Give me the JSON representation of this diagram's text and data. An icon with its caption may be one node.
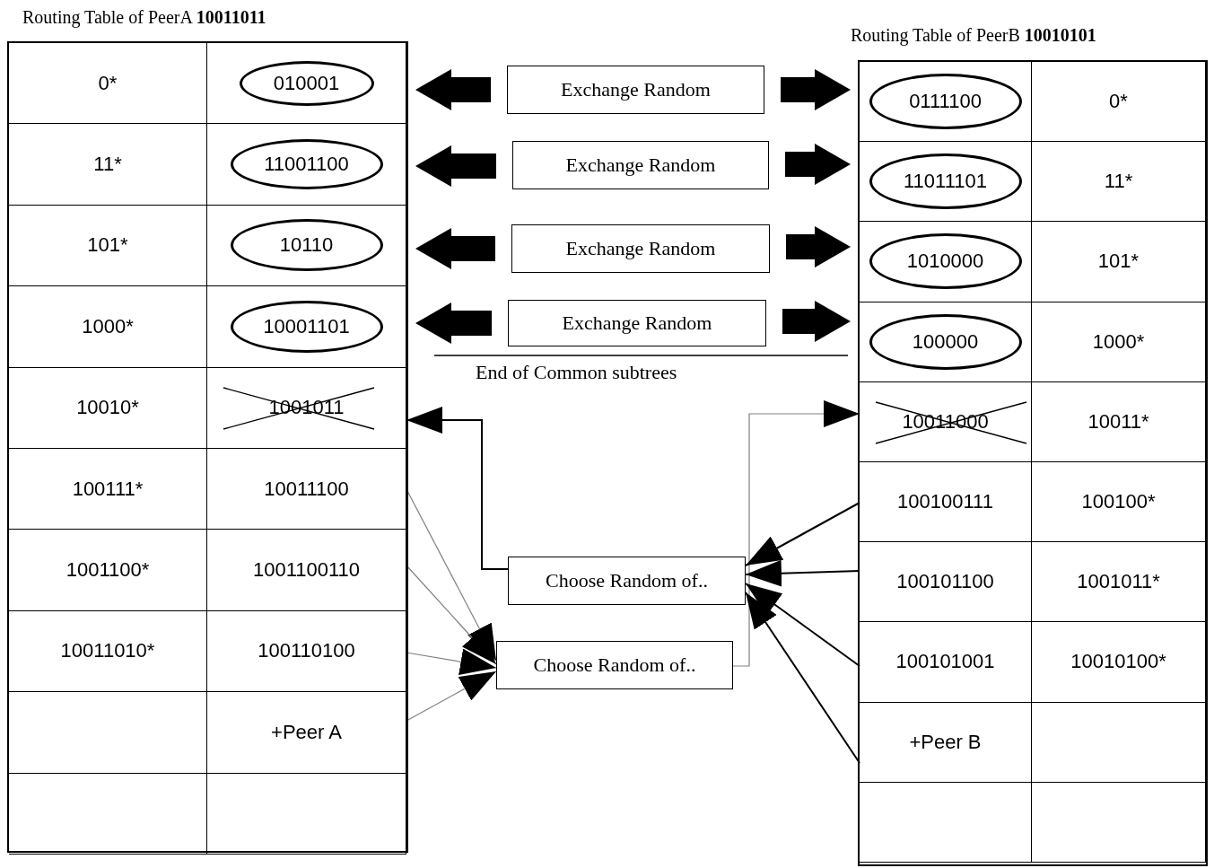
{
  "diagram": {
    "nodes": [
      {
        "text": [
          "Routing Table of PeerA **10011011**"
        ]
      },
      {
        "text": [
          "0*"
        ],
        "in": 0
      },
      {
        "text": [],
        "shape": "box",
        "in": 0
      },
      {
        "text": [
          "010001"
        ],
        "in": 2
      },
      {
        "text": [
          "11*"
        ],
        "in": 0
      },
      {
        "text": [],
        "shape": "box",
        "in": 0
      },
      {
        "text": [
          "11001100"
        ],
        "in": 5
      },
      {
        "text": [
          "101*"
        ],
        "in": 0
      },
      {
        "text": [],
        "shape": "box",
        "in": 0
      },
      {
        "text": [
          "10110"
        ],
        "in": 8
      },
      {
        "text": [
          "1000*"
        ],
        "in": 0
      },
      {
        "text": [],
        "shape": "box",
        "in": 0
      },
      {
        "text": [
          "10001101"
        ],
        "in": 11
      },
      {
        "text": [
          "10010*"
        ],
        "in": 0
      },
      {
        "text": [
          "1001011"
        ],
        "in": 0
      },
      {
        "text": [
          "100111*"
        ],
        "in": 0
      },
      {
        "text": [
          "10011100"
        ],
        "in": 0
      },
      {
        "text": [
          "1001100*"
        ],
        "in": 0
      },
      {
        "text": [
          "1001100110"
        ],
        "in": 0
      },
      {
        "text": [
          "10011010*"
        ],
        "in": 0
      },
      {
        "text": [
          "100110100"
        ],
        "in": 0
      },
      {
        "text": [],
        "shape": "box",
        "in": 0
      },
      {
        "text": [
          "+Peer A"
        ],
        "in": 0
      },
      {
        "text": [],
        "shape": "box",
        "in": 0
      },
      {
        "text": [],
        "shape": "box",
        "in": 0
      },
      {
        "text": [
          "Exchange Random"
        ]
      },
      {
        "text": [
          "Exchange Random"
        ]
      },
      {
        "text": [
          "Exchange Random"
        ]
      },
      {
        "text": [
          "Exchange Random"
        ]
      },
      {
        "text": [
          "Choose Random of.."
        ]
      },
      {
        "text": [
          "Choose Random of.."
        ]
      },
      {
        "text": [
          "Routing Table of PeerB **10010101**"
        ]
      },
      {
        "text": [],
        "shape": "box",
        "in": 31
      },
      {
        "text": [
          "0111100"
        ],
        "in": 32
      },
      {
        "text": [
          "0*"
        ],
        "in": 31
      },
      {
        "text": [],
        "shape": "box",
        "in": 31
      },
      {
        "text": [
          "11011101"
        ],
        "in": 35
      },
      {
        "text": [
          "11*"
        ],
        "in": 31
      },
      {
        "text": [],
        "shape": "box",
        "in": 31
      },
      {
        "text": [
          "1010000"
        ],
        "in": 38
      },
      {
        "text": [
          "101*"
        ],
        "in": 31
      },
      {
        "text": [],
        "shape": "box",
        "in": 31
      },
      {
        "text": [
          "100000"
        ],
        "in": 41
      },
      {
        "text": [
          "1000*"
        ],
        "in": 31
      },
      {
        "text": [
          "10011000"
        ],
        "in": 31
      },
      {
        "text": [
          "10011*"
        ],
        "in": 31
      },
      {
        "text": [
          "100100111"
        ],
        "in": 31
      },
      {
        "text": [
          "100100*"
        ],
        "in": 31
      },
      {
        "text": [
          "100101100"
        ],
        "in": 31
      },
      {
        "text": [
          "1001011*"
        ],
        "in": 31
      },
      {
        "text": [
          "100101001"
        ],
        "in": 31
      },
      {
        "text": [
          "10010100*"
        ],
        "in": 31
      },
      {
        "text": [
          "+Peer B"
        ],
        "in": 31
      },
      {
        "text": [],
        "shape": "box",
        "in": 31
      },
      {
        "text": [],
        "shape": "box",
        "in": 31
      },
      {
        "text": [],
        "shape": "box",
        "in": 31
      }
    ],
    "edges": [
      {
        "from": 25,
        "to": 2,
        "arrow": "to",
        "style": "thick"
      },
      {
        "from": 25,
        "to": 32,
        "arrow": "to",
        "style": "thick"
      },
      {
        "from": 26,
        "to": 5,
        "arrow": "to",
        "style": "thick"
      },
      {
        "from": 26,
        "to": 35,
        "arrow": "to",
        "style": "thick"
      },
      {
        "from": 27,
        "to": 8,
        "arrow": "to",
        "style": "thick"
      },
      {
        "from": 27,
        "to": 38,
        "arrow": "to",
        "style": "thick"
      },
      {
        "from": 28,
        "to": 11,
        "arrow": "to",
        "style": "thick"
      },
      {
        "from": 28,
        "to": 41,
        "arrow": "to",
        "style": "thick"
      },
      {
        "from": 29,
        "to": 14,
        "arrow": "to"
      },
      {
        "from": 30,
        "to": 44,
        "arrow": "to",
        "color": "#808080"
      },
      {
        "from": 16,
        "to": 30,
        "arrow": "to",
        "color": "#808080"
      },
      {
        "from": 18,
        "to": 30,
        "arrow": "to",
        "color": "#808080"
      },
      {
        "from": 20,
        "to": 30,
        "arrow": "to",
        "color": "#808080"
      },
      {
        "from": 22,
        "to": 30,
        "arrow": "to",
        "color": "#808080"
      },
      {
        "from": 46,
        "to": 29,
        "arrow": "to"
      },
      {
        "from": 48,
        "to": 29,
        "arrow": "to"
      },
      {
        "from": 50,
        "to": 29,
        "arrow": "to"
      },
      {
        "from": 52,
        "to": 29,
        "arrow": "to"
      }
    ],
    "labels": [
      "End of Common subtrees"
    ]
  }
}
